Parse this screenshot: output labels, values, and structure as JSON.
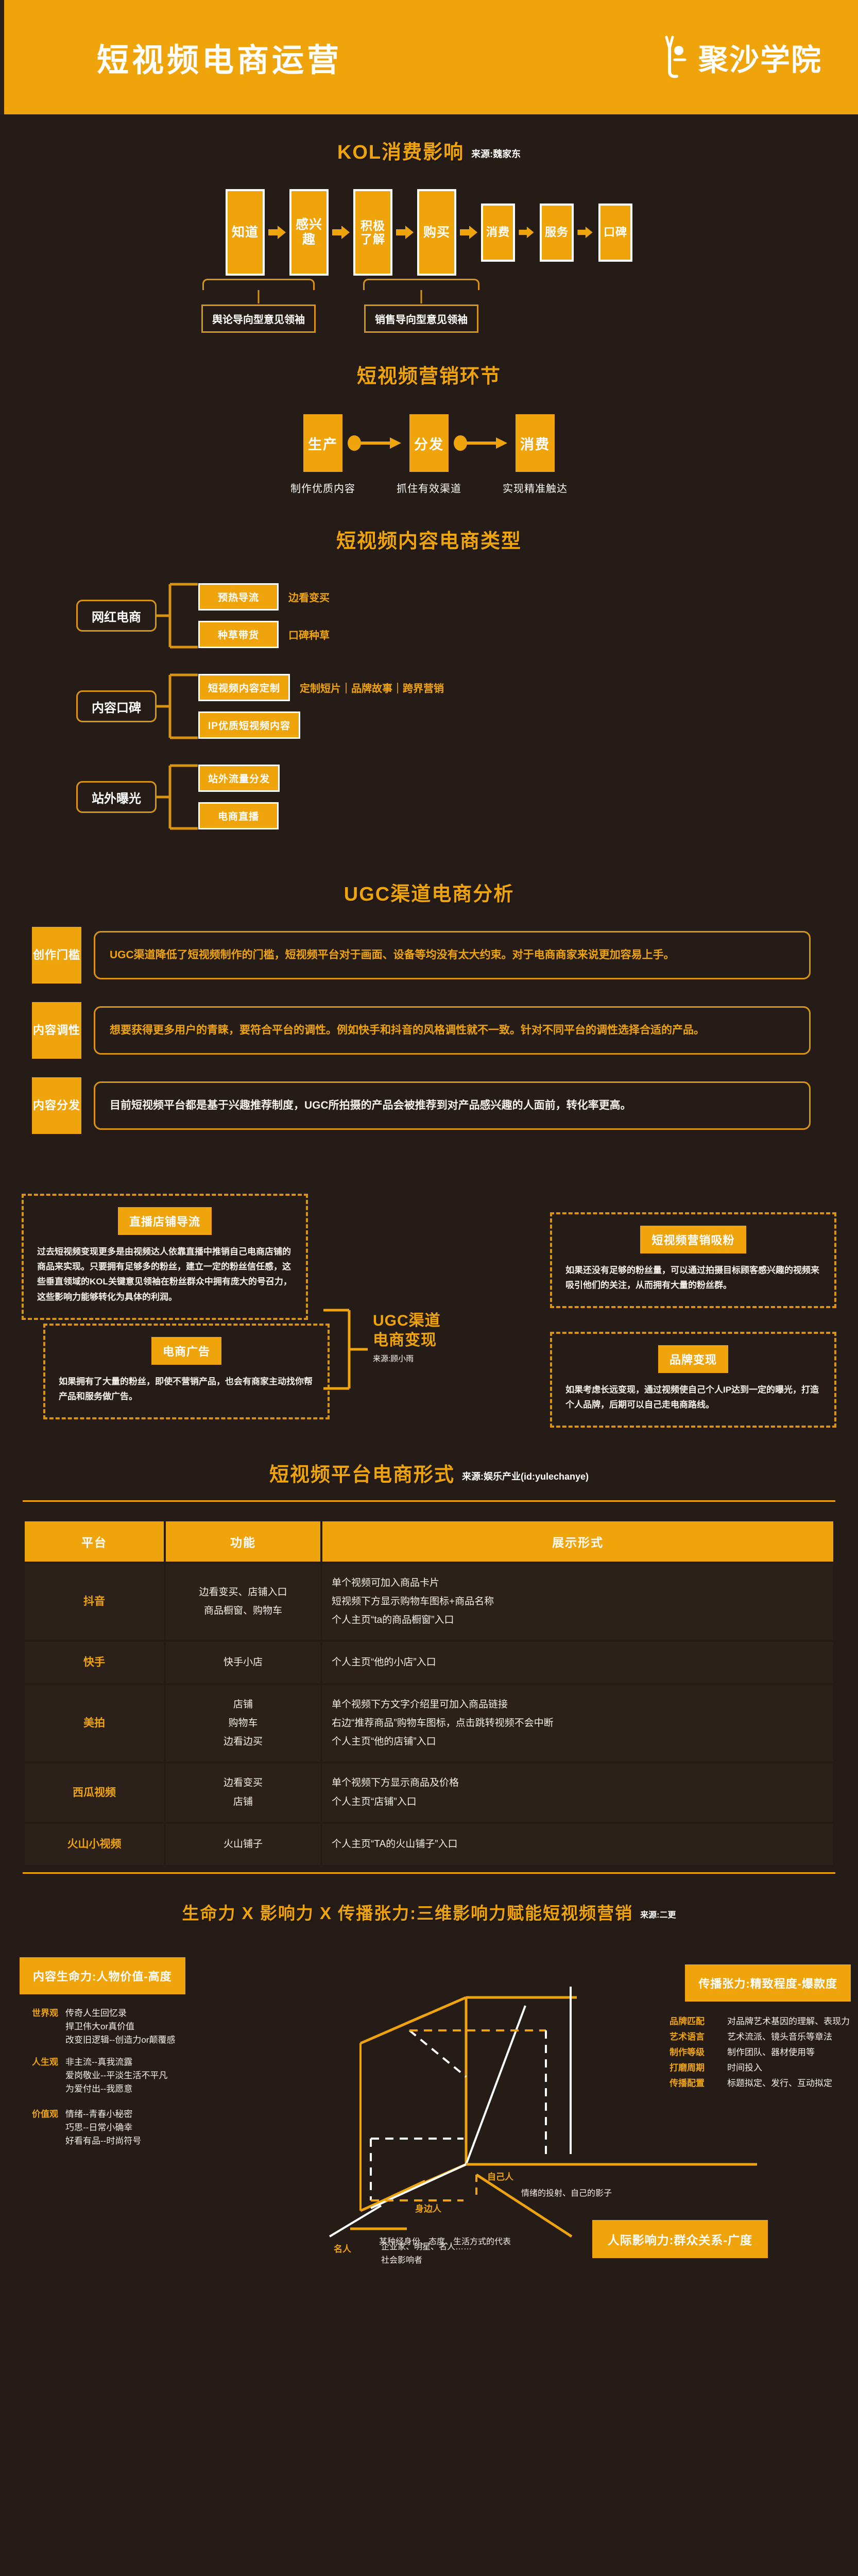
{
  "header": {
    "title": "短视频电商运营",
    "logo_text": "聚沙学院",
    "logo_icon": "sand-pile-logo-icon",
    "bg_color": "#efa40c"
  },
  "theme": {
    "background": "#261c17",
    "accent": "#efa40c",
    "accent_line": "#d99512",
    "text": "#f4f0ea"
  },
  "kol": {
    "title": "KOL消费影响",
    "source": "来源:魏家东",
    "steps": [
      {
        "label": "知道",
        "size": "big"
      },
      {
        "label": "感兴趣",
        "size": "big"
      },
      {
        "label": "积极\n了解",
        "size": "big"
      },
      {
        "label": "购买",
        "size": "big"
      },
      {
        "label": "消费",
        "size": "sm"
      },
      {
        "label": "服务",
        "size": "sm"
      },
      {
        "label": "口碑",
        "size": "sm"
      }
    ],
    "step_labels": [
      "知道",
      "感兴趣",
      "积极了解",
      "购买",
      "消费",
      "服务",
      "口碑"
    ],
    "brackets": [
      {
        "label": "舆论导向型意见领袖"
      },
      {
        "label": "销售导向型意见领袖"
      }
    ]
  },
  "stages": {
    "title": "短视频营销环节",
    "items": [
      {
        "label": "生产",
        "caption": "制作优质内容"
      },
      {
        "label": "分发",
        "caption": "抓住有效渠道"
      },
      {
        "label": "消费",
        "caption": "实现精准触达"
      }
    ]
  },
  "types": {
    "title": "短视频内容电商类型",
    "groups": [
      {
        "root": "网红电商",
        "children": [
          {
            "chip": "预热导流",
            "note": "边看变买"
          },
          {
            "chip": "种草带货",
            "note": "口碑种草"
          }
        ]
      },
      {
        "root": "内容口碑",
        "children": [
          {
            "chip": "短视频内容定制",
            "note": "定制短片｜品牌故事｜跨界营销"
          },
          {
            "chip": "IP优质短视频内容",
            "note": ""
          }
        ]
      },
      {
        "root": "站外曝光",
        "children": [
          {
            "chip": "站外流量分发",
            "note": ""
          },
          {
            "chip": "电商直播",
            "note": ""
          }
        ]
      }
    ]
  },
  "ugc": {
    "title": "UGC渠道电商分析",
    "items": [
      {
        "tag": "创作门槛",
        "text": "UGC渠道降低了短视频制作的门槛，短视频平台对于画面、设备等均没有太大约束。对于电商商家来说更加容易上手。",
        "color": "accent"
      },
      {
        "tag": "内容调性",
        "text": "想要获得更多用户的青睐，要符合平台的调性。例如快手和抖音的风格调性就不一致。针对不同平台的调性选择合适的产品。",
        "color": "accent"
      },
      {
        "tag": "内容分发",
        "text": "目前短视频平台都是基于兴趣推荐制度，UGC所拍摄的产品会被推荐到对产品感兴趣的人面前，转化率更高。",
        "color": "white"
      }
    ]
  },
  "monetize": {
    "center_title": "UGC渠道\n电商变现",
    "center_title_line1": "UGC渠道",
    "center_title_line2": "电商变现",
    "source": "来源:顾小雨",
    "quads": [
      {
        "title": "直播店铺导流",
        "text": "过去短视频变现更多是由视频达人依靠直播中推销自己电商店铺的商品来实现。只要拥有足够多的粉丝，建立一定的粉丝信任感，这些垂直领域的KOL关键意见领袖在粉丝群众中拥有庞大的号召力，这些影响力能够转化为具体的利润。"
      },
      {
        "title": "短视频营销吸粉",
        "text": "如果还没有足够的粉丝量，可以通过拍摄目标顾客感兴趣的视频来吸引他们的关注，从而拥有大量的粉丝群。"
      },
      {
        "title": "电商广告",
        "text": "如果拥有了大量的粉丝，即使不营销产品，也会有商家主动找你帮产品和服务做广告。"
      },
      {
        "title": "品牌变现",
        "text": "如果考虑长远变现，通过视频使自己个人IP达到一定的曝光，打造个人品牌，后期可以自己走电商路线。"
      }
    ]
  },
  "platform_table": {
    "title": "短视频平台电商形式",
    "source": "来源:娱乐产业(id:yulechanye)",
    "columns": [
      "平台",
      "功能",
      "展示形式"
    ],
    "rows": [
      {
        "platform": "抖音",
        "functions": [
          "边看变买、店铺入口",
          "商品橱窗、购物车"
        ],
        "formats": [
          "单个视频可加入商品卡片",
          "短视频下方显示购物车图标+商品名称",
          "个人主页“ta的商品橱窗”入口"
        ]
      },
      {
        "platform": "快手",
        "functions": [
          "快手小店"
        ],
        "formats": [
          "个人主页“他的小店”入口"
        ]
      },
      {
        "platform": "美拍",
        "functions": [
          "店铺",
          "购物车",
          "边看边买"
        ],
        "formats": [
          "单个视频下方文字介绍里可加入商品链接",
          "右边“推荐商品”购物车图标，点击跳转视频不会中断",
          "个人主页“他的店铺”入口"
        ]
      },
      {
        "platform": "西瓜视频",
        "functions": [
          "边看变买",
          "店铺"
        ],
        "formats": [
          "单个视频下方显示商品及价格",
          "个人主页“店铺”入口"
        ]
      },
      {
        "platform": "火山小视频",
        "functions": [
          "火山铺子"
        ],
        "formats": [
          "个人主页“TA的火山铺子”入口"
        ]
      }
    ]
  },
  "cube": {
    "title": "生命力 X 影响力 X 传播张力:三维影响力赋能短视频营销",
    "source": "来源:二更",
    "axis_left_band": "内容生命力:人物价值-高度",
    "axis_right_band": "传播张力:精致程度-爆款度",
    "axis_bottom_band": "人际影响力:群众关系-广度",
    "left_axis": [
      {
        "key": "世界观",
        "values": [
          "传奇人生回忆录",
          "捍卫伟大or真价值",
          "改变旧逻辑--创造力or颠覆感"
        ]
      },
      {
        "key": "人生观",
        "values": [
          "非主流--真我流露",
          "爱岗敬业--平淡生活不平凡",
          "为爱付出--我愿意"
        ]
      },
      {
        "key": "价值观",
        "values": [
          "情绪--青春小秘密",
          "巧思--日常小确幸",
          "好看有品--时尚符号"
        ]
      }
    ],
    "right_axis": [
      {
        "key": "品牌匹配",
        "value": "对品牌艺术基因的理解、表现力"
      },
      {
        "key": "艺术语言",
        "value": "艺术流派、镜头音乐等章法"
      },
      {
        "key": "制作等级",
        "value": "制作团队、器材使用等"
      },
      {
        "key": "打磨周期",
        "value": "时间投入"
      },
      {
        "key": "传播配置",
        "value": "标题拟定、发行、互动拟定"
      }
    ],
    "depth_labels": [
      {
        "key": "自己人",
        "note": "情绪的投射、自己的影子"
      },
      {
        "key": "身边人",
        "note": "某种经身份、态度、生活方式的代表"
      },
      {
        "key": "名人",
        "note": "企业家、明星、名人……",
        "note2": "社会影响者"
      }
    ]
  }
}
